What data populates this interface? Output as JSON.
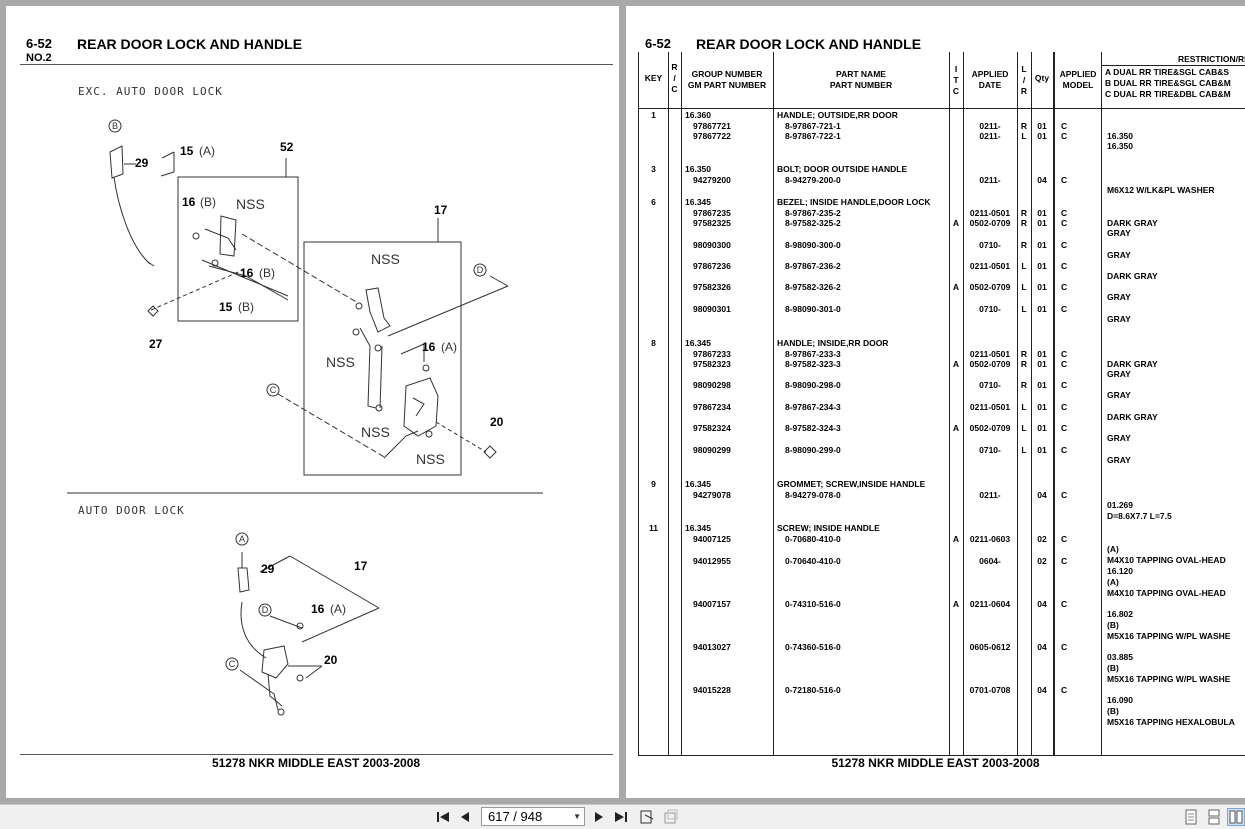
{
  "section": {
    "number": "6-52",
    "title": "REAR DOOR LOCK AND HANDLE",
    "subnumber": "NO.2"
  },
  "footer": "51278 NKR MIDDLE EAST 2003-2008",
  "diagram": {
    "section_exc": "EXC. AUTO DOOR LOCK",
    "section_auto": "AUTO DOOR LOCK",
    "labels": {
      "l29": "29",
      "l15": "15",
      "lA": "(A)",
      "l52": "52",
      "l16": "16",
      "lB": "(B)",
      "nss": "NSS",
      "l17": "17",
      "l27": "27",
      "l20": "20",
      "B": "B",
      "D": "D",
      "C": "C",
      "A": "A"
    }
  },
  "table": {
    "headers": {
      "key": "KEY",
      "rc": [
        "R",
        "/",
        "C"
      ],
      "group1": "GROUP NUMBER",
      "group2": "GM PART NUMBER",
      "pname1": "PART NAME",
      "pname2": "PART NUMBER",
      "itc": [
        "I",
        "T",
        "C"
      ],
      "date1": "APPLIED",
      "date2": "DATE",
      "lr": [
        "L",
        "/",
        "R"
      ],
      "qty": "Qty",
      "model1": "APPLIED",
      "model2": "MODEL",
      "restriction": "RESTRICTION/REMA",
      "r1": "A DUAL RR TIRE&SGL CAB&S",
      "r2": "B DUAL RR TIRE&SGL CAB&M",
      "r3": "C DUAL RR TIRE&DBL CAB&M"
    },
    "rows": [
      {
        "key": "1",
        "grp": "16.360",
        "name": "HANDLE; OUTSIDE,RR DOOR",
        "gm": "97867721",
        "pn": "8-97867-721-1",
        "itc": "",
        "date": "0211-",
        "lr": "R",
        "qty": "01",
        "model": "C",
        "rem": [
          "16.350"
        ]
      },
      {
        "key": "",
        "grp": "",
        "name": "",
        "gm": "97867722",
        "pn": "8-97867-722-1",
        "itc": "",
        "date": "0211-",
        "lr": "L",
        "qty": "01",
        "model": "C",
        "rem": [
          "16.350"
        ]
      },
      {
        "key": "3",
        "grp": "16.350",
        "name": "BOLT; DOOR OUTSIDE HANDLE",
        "gm": "94279200",
        "pn": "8-94279-200-0",
        "itc": "",
        "date": "0211-",
        "lr": "",
        "qty": "04",
        "model": "C",
        "rem": [
          "M6X12 W/LK&PL WASHER"
        ]
      },
      {
        "key": "6",
        "grp": "16.345",
        "name": "BEZEL; INSIDE HANDLE,DOOR LOCK",
        "gm": "97867235",
        "pn": "8-97867-235-2",
        "itc": "",
        "date": "0211-0501",
        "lr": "R",
        "qty": "01",
        "model": "C",
        "rem": [
          "DARK GRAY"
        ]
      },
      {
        "key": "",
        "grp": "",
        "name": "",
        "gm": "97582325",
        "pn": "8-97582-325-2",
        "itc": "A",
        "date": "0502-0709",
        "lr": "R",
        "qty": "01",
        "model": "C",
        "rem": [
          "GRAY"
        ]
      },
      {
        "key": "",
        "grp": "",
        "name": "",
        "gm": "98090300",
        "pn": "8-98090-300-0",
        "itc": "",
        "date": "0710-",
        "lr": "R",
        "qty": "01",
        "model": "C",
        "rem": [
          "GRAY"
        ]
      },
      {
        "key": "",
        "grp": "",
        "name": "",
        "gm": "97867236",
        "pn": "8-97867-236-2",
        "itc": "",
        "date": "0211-0501",
        "lr": "L",
        "qty": "01",
        "model": "C",
        "rem": [
          "DARK GRAY"
        ]
      },
      {
        "key": "",
        "grp": "",
        "name": "",
        "gm": "97582326",
        "pn": "8-97582-326-2",
        "itc": "A",
        "date": "0502-0709",
        "lr": "L",
        "qty": "01",
        "model": "C",
        "rem": [
          "GRAY"
        ]
      },
      {
        "key": "",
        "grp": "",
        "name": "",
        "gm": "98090301",
        "pn": "8-98090-301-0",
        "itc": "",
        "date": "0710-",
        "lr": "L",
        "qty": "01",
        "model": "C",
        "rem": [
          "GRAY"
        ]
      },
      {
        "key": "8",
        "grp": "16.345",
        "name": "HANDLE; INSIDE,RR DOOR",
        "gm": "97867233",
        "pn": "8-97867-233-3",
        "itc": "",
        "date": "0211-0501",
        "lr": "R",
        "qty": "01",
        "model": "C",
        "rem": [
          "DARK GRAY"
        ]
      },
      {
        "key": "",
        "grp": "",
        "name": "",
        "gm": "97582323",
        "pn": "8-97582-323-3",
        "itc": "A",
        "date": "0502-0709",
        "lr": "R",
        "qty": "01",
        "model": "C",
        "rem": [
          "GRAY"
        ]
      },
      {
        "key": "",
        "grp": "",
        "name": "",
        "gm": "98090298",
        "pn": "8-98090-298-0",
        "itc": "",
        "date": "0710-",
        "lr": "R",
        "qty": "01",
        "model": "C",
        "rem": [
          "GRAY"
        ]
      },
      {
        "key": "",
        "grp": "",
        "name": "",
        "gm": "97867234",
        "pn": "8-97867-234-3",
        "itc": "",
        "date": "0211-0501",
        "lr": "L",
        "qty": "01",
        "model": "C",
        "rem": [
          "DARK GRAY"
        ]
      },
      {
        "key": "",
        "grp": "",
        "name": "",
        "gm": "97582324",
        "pn": "8-97582-324-3",
        "itc": "A",
        "date": "0502-0709",
        "lr": "L",
        "qty": "01",
        "model": "C",
        "rem": [
          "GRAY"
        ]
      },
      {
        "key": "",
        "grp": "",
        "name": "",
        "gm": "98090299",
        "pn": "8-98090-299-0",
        "itc": "",
        "date": "0710-",
        "lr": "L",
        "qty": "01",
        "model": "C",
        "rem": [
          "GRAY"
        ]
      },
      {
        "key": "9",
        "grp": "16.345",
        "name": "GROMMET; SCREW,INSIDE HANDLE",
        "gm": "94279078",
        "pn": "8-94279-078-0",
        "itc": "",
        "date": "0211-",
        "lr": "",
        "qty": "04",
        "model": "C",
        "rem": [
          "01.269",
          "D=8.6X7.7 L=7.5"
        ]
      },
      {
        "key": "11",
        "grp": "16.345",
        "name": "SCREW; INSIDE HANDLE",
        "gm": "94007125",
        "pn": "0-70680-410-0",
        "itc": "A",
        "date": "0211-0603",
        "lr": "",
        "qty": "02",
        "model": "C",
        "rem": [
          "(A)",
          "M4X10 TAPPING OVAL-HEAD"
        ]
      },
      {
        "key": "",
        "grp": "",
        "name": "",
        "gm": "94012955",
        "pn": "0-70640-410-0",
        "itc": "",
        "date": "0604-",
        "lr": "",
        "qty": "02",
        "model": "C",
        "rem": [
          "16.120",
          "(A)",
          "M4X10 TAPPING OVAL-HEAD"
        ]
      },
      {
        "key": "",
        "grp": "",
        "name": "",
        "gm": "94007157",
        "pn": "0-74310-516-0",
        "itc": "A",
        "date": "0211-0604",
        "lr": "",
        "qty": "04",
        "model": "C",
        "rem": [
          "16.802",
          "(B)",
          "M5X16 TAPPING W/PL WASHE"
        ]
      },
      {
        "key": "",
        "grp": "",
        "name": "",
        "gm": "94013027",
        "pn": "0-74360-516-0",
        "itc": "",
        "date": "0605-0612",
        "lr": "",
        "qty": "04",
        "model": "C",
        "rem": [
          "03.885",
          "(B)",
          "M5X16 TAPPING W/PL WASHE"
        ]
      },
      {
        "key": "",
        "grp": "",
        "name": "",
        "gm": "94015228",
        "pn": "0-72180-516-0",
        "itc": "",
        "date": "0701-0708",
        "lr": "",
        "qty": "04",
        "model": "C",
        "rem": [
          "16.090",
          "(B)",
          "M5X16 TAPPING HEXALOBULA"
        ]
      }
    ]
  },
  "toolbar": {
    "page_value": "617 / 948",
    "icons": [
      "first-page-icon",
      "prev-page-icon",
      "next-page-icon",
      "last-page-icon",
      "fit-page-icon",
      "fit-width-icon",
      "single-page-icon",
      "continuous-icon",
      "two-page-icon"
    ]
  }
}
